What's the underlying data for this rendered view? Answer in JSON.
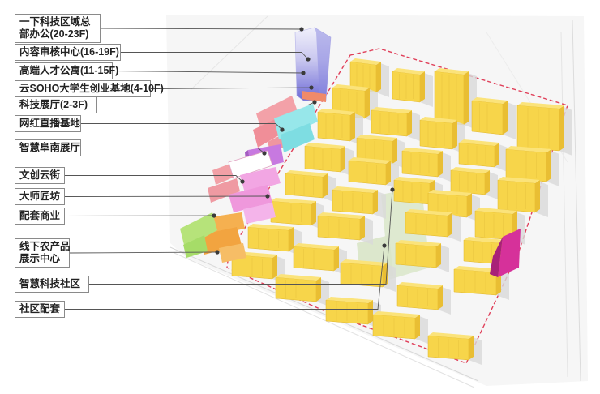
{
  "labels": [
    {
      "id": "hq",
      "lines": [
        "一下科技区域总",
        "部办公(20-23F)"
      ]
    },
    {
      "id": "review",
      "lines": [
        "内容审核中心(16-19F)"
      ]
    },
    {
      "id": "apartment",
      "lines": [
        "高端人才公寓(11-15F)"
      ]
    },
    {
      "id": "soho",
      "lines": [
        "云SOHO大学生创业基地(4-10F)"
      ]
    },
    {
      "id": "exhibit",
      "lines": [
        "科技展厅(2-3F)"
      ]
    },
    {
      "id": "livestream",
      "lines": [
        "网红直播基地"
      ]
    },
    {
      "id": "funan",
      "lines": [
        "智慧阜南展厅"
      ]
    },
    {
      "id": "culture",
      "lines": [
        "文创云街"
      ]
    },
    {
      "id": "craft",
      "lines": [
        "大师匠坊"
      ]
    },
    {
      "id": "retail",
      "lines": [
        "配套商业"
      ]
    },
    {
      "id": "agri",
      "lines": [
        "线下农产品",
        "展示中心"
      ]
    },
    {
      "id": "community",
      "lines": [
        "智慧科技社区"
      ]
    },
    {
      "id": "facility",
      "lines": [
        "社区配套"
      ]
    }
  ],
  "colors": {
    "residential": "#f7d54a",
    "boundary": "#e0405a",
    "tower": "#c9c8ec",
    "livestream": "#f3a1a8",
    "funan": "#c779e0",
    "culture": "#ffffff",
    "craft": "#f2a6e3",
    "retail": "#f5b050",
    "agri": "#b6e37a",
    "teal": "#97e7ea",
    "facility": "#d6319a"
  }
}
